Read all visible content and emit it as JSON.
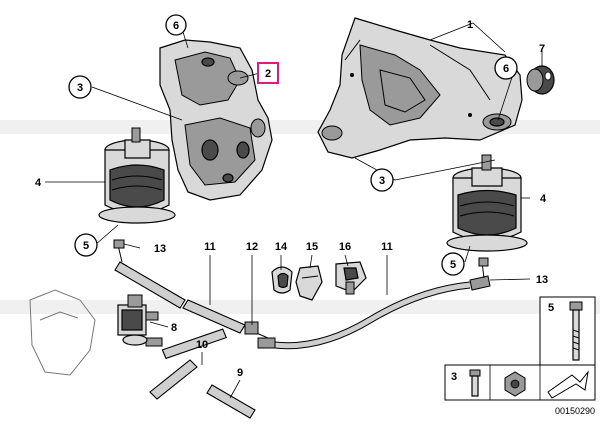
{
  "callouts": [
    {
      "id": "c6a",
      "label": "6"
    },
    {
      "id": "c1",
      "label": "1"
    },
    {
      "id": "c2",
      "label": "2"
    },
    {
      "id": "c7",
      "label": "7"
    },
    {
      "id": "c3a",
      "label": "3"
    },
    {
      "id": "c6b",
      "label": "6"
    },
    {
      "id": "c4a",
      "label": "4"
    },
    {
      "id": "c3b",
      "label": "3"
    },
    {
      "id": "c4b",
      "label": "4"
    },
    {
      "id": "c5a",
      "label": "5"
    },
    {
      "id": "c13a",
      "label": "13"
    },
    {
      "id": "c11a",
      "label": "11"
    },
    {
      "id": "c12",
      "label": "12"
    },
    {
      "id": "c14",
      "label": "14"
    },
    {
      "id": "c15",
      "label": "15"
    },
    {
      "id": "c16",
      "label": "16"
    },
    {
      "id": "c11b",
      "label": "11"
    },
    {
      "id": "c5b",
      "label": "5"
    },
    {
      "id": "c13b",
      "label": "13"
    },
    {
      "id": "c8",
      "label": "8"
    },
    {
      "id": "c10",
      "label": "10"
    },
    {
      "id": "c9",
      "label": "9"
    }
  ],
  "legend": {
    "item5": "5",
    "item3": "3"
  },
  "doc_number": "00150290"
}
